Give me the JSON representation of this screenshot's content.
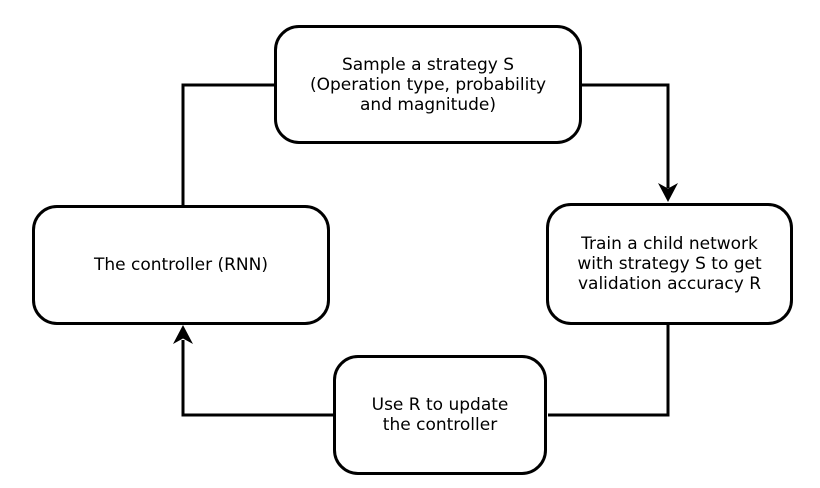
{
  "diagram": {
    "background_color": "#ffffff",
    "stroke_color": "#000000",
    "text_color": "#000000",
    "nodes": {
      "sample_strategy": {
        "lines": [
          "Sample a strategy S",
          "(Operation type, probability",
          "and magnitude)"
        ]
      },
      "train_child": {
        "lines": [
          "Train a child network",
          "with strategy S to get",
          "validation accuracy R"
        ]
      },
      "controller": {
        "lines": [
          "The controller (RNN)"
        ]
      },
      "update_controller": {
        "lines": [
          "Use R to update",
          "the controller"
        ]
      }
    },
    "edges": [
      {
        "from": "controller",
        "to": "sample_strategy",
        "arrowhead": false
      },
      {
        "from": "sample_strategy",
        "to": "train_child",
        "arrowhead": true
      },
      {
        "from": "train_child",
        "to": "update_controller",
        "arrowhead": false
      },
      {
        "from": "update_controller",
        "to": "controller",
        "arrowhead": true
      }
    ]
  }
}
